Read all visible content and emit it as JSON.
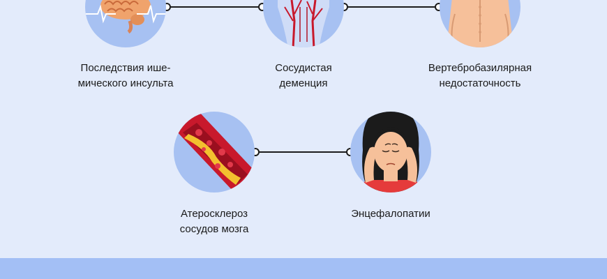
{
  "colors": {
    "background": "#e3ebfb",
    "circle": "#a7c1f2",
    "connector": "#1c1c1c",
    "footer_band": "#a3bff5",
    "vessel_red": "#c8192c",
    "plaque_yellow": "#f3c02f",
    "skin": "#f6c09a",
    "hair": "#1b1b1b",
    "shirt": "#e53b3b",
    "brain_orange": "#f0a36c"
  },
  "nodes": {
    "stroke": {
      "icon": "brain-ecg-icon",
      "line1": "Последствия ише-",
      "line2": "мического инсульта"
    },
    "dementia": {
      "icon": "head-blood-vessels-icon",
      "line1": "Сосудистая",
      "line2": "деменция"
    },
    "vertebro": {
      "icon": "back-spine-icon",
      "line1": "Вертебробазилярная",
      "line2": "недостаточность"
    },
    "athero": {
      "icon": "artery-plaque-icon",
      "line1": "Атеросклероз",
      "line2": "сосудов мозга"
    },
    "encephalo": {
      "icon": "woman-headache-icon",
      "line1": "Энцефалопатии"
    }
  }
}
